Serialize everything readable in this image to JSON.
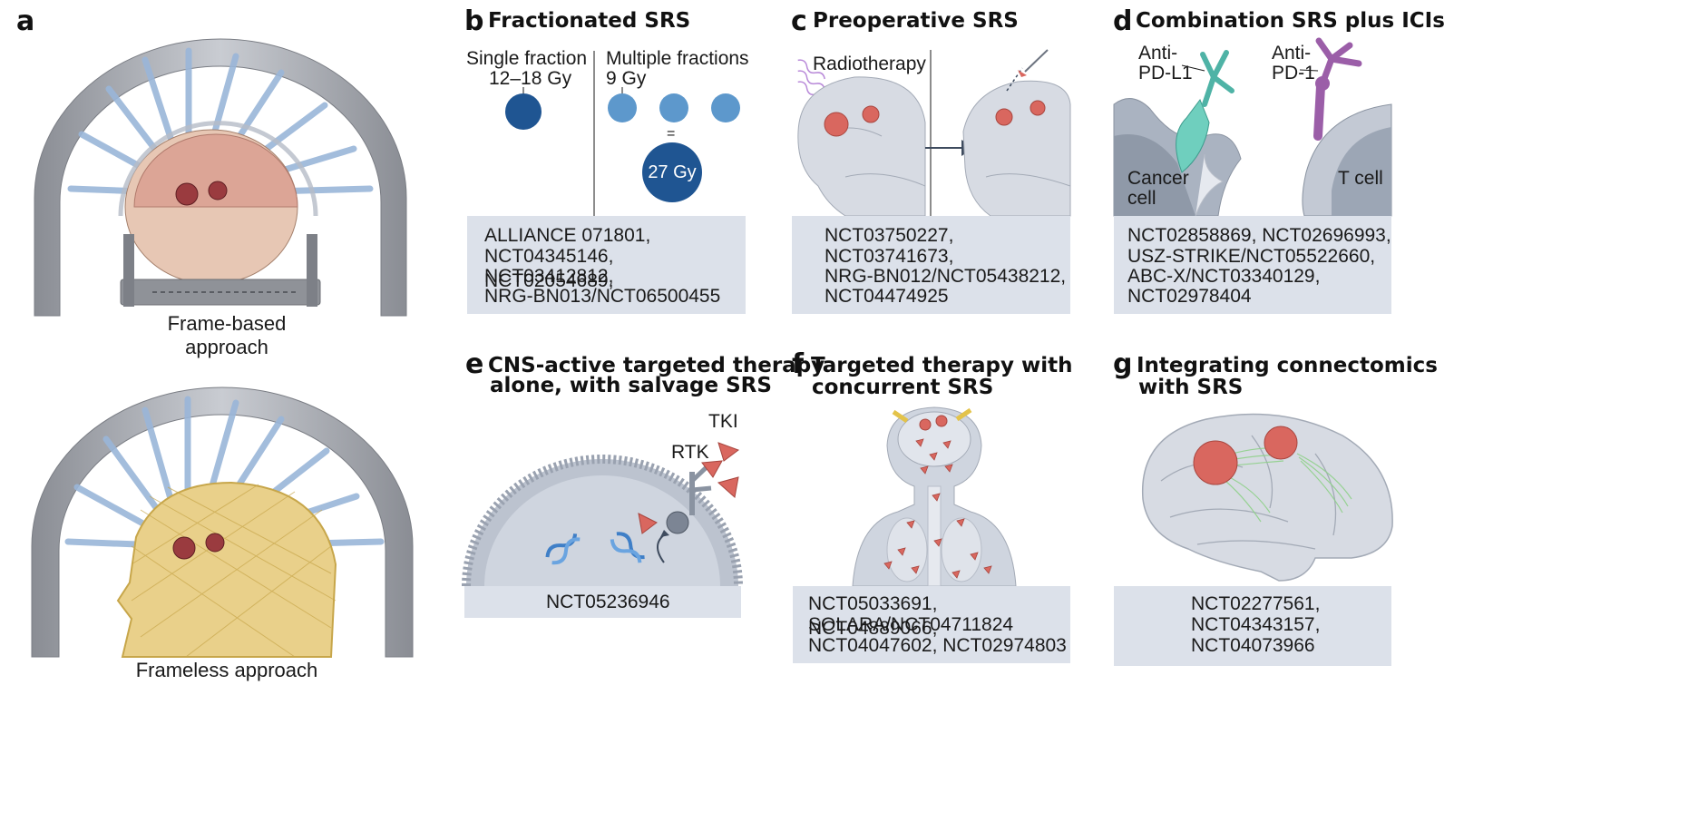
{
  "panels": {
    "a": {
      "letter": "a",
      "caption_top": "Frame-based approach",
      "caption_bottom": "Frameless approach"
    },
    "b": {
      "letter": "b",
      "title": "Fractionated SRS",
      "single_label_1": "Single fraction",
      "single_label_2": "12–18 Gy",
      "multi_label_1": "Multiple fractions",
      "multi_label_2": "9 Gy",
      "equals": "=",
      "total_dose": "27 Gy",
      "trials": [
        "ALLIANCE 071801,",
        "NCT04345146, NCT02054689,",
        "NCT03412812,",
        "NRG-BN013/NCT06500455"
      ]
    },
    "c": {
      "letter": "c",
      "title": "Preoperative  SRS",
      "radio_label": "Radiotherapy",
      "trials": [
        "NCT03750227,",
        "NCT03741673,",
        "NRG-BN012/NCT05438212,",
        "NCT04474925"
      ]
    },
    "d": {
      "letter": "d",
      "title": "Combination SRS plus ICIs",
      "pdl1_1": "Anti-",
      "pdl1_2": "PD-L1",
      "pd1_1": "Anti-",
      "pd1_2": "PD-1",
      "cancer_1": "Cancer",
      "cancer_2": "cell",
      "tcell": "T cell",
      "trials": [
        "NCT02858869, NCT02696993,",
        "USZ-STRIKE/NCT05522660,",
        "ABC-X/NCT03340129,",
        "NCT02978404"
      ]
    },
    "e": {
      "letter": "e",
      "title_1": "CNS-active targeted therapy",
      "title_2": "alone, with salvage SRS",
      "tki": "TKI",
      "rtk": "RTK",
      "trials": [
        "NCT05236946"
      ]
    },
    "f": {
      "letter": "f",
      "title_1": "Targeted therapy with",
      "title_2": "concurrent SRS",
      "trials": [
        "NCT05033691, NCT04889066,",
        "SOLARA/NCT04711824",
        "NCT04047602, NCT02974803"
      ]
    },
    "g": {
      "letter": "g",
      "title_1": "Integrating connectomics",
      "title_2": "with SRS",
      "trials": [
        "NCT02277561,",
        "NCT04343157,",
        "NCT04073966"
      ]
    }
  },
  "colors": {
    "box_bg": "#dce1ea",
    "dose_dark": "#1f5592",
    "dose_light": "#5d98cc",
    "tumor": "#d9675f",
    "brain": "#d7dbe3",
    "antibody_teal": "#4fb3a6",
    "antibody_purple": "#9b5ea8",
    "arrow": "#3e4b5e"
  }
}
